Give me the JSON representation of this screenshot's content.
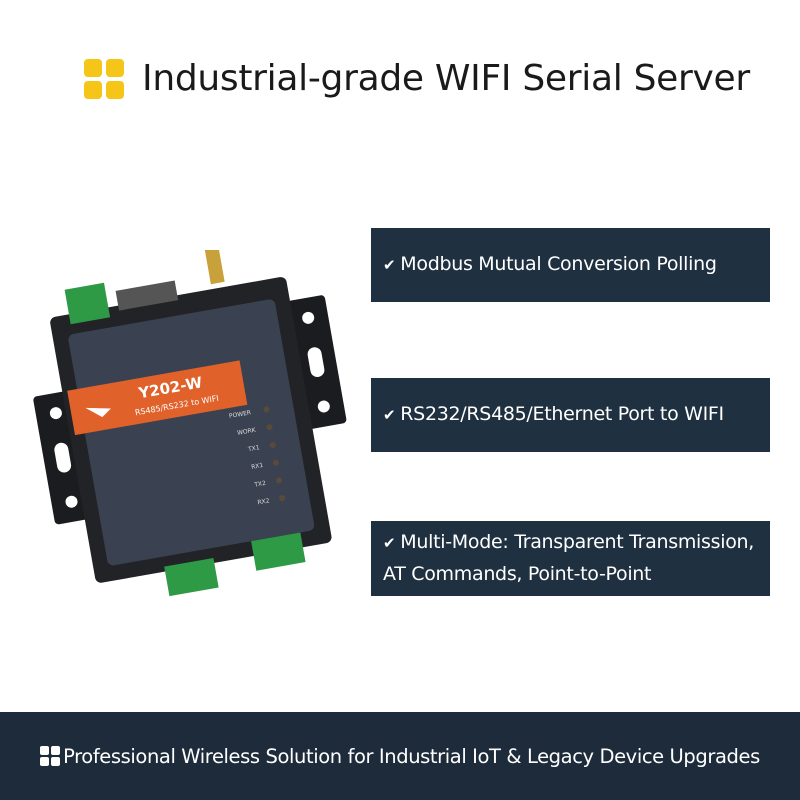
{
  "header": {
    "title": "Industrial-grade WIFI Serial Server",
    "icon": "four-squares-icon",
    "icon_color": "#f5c518"
  },
  "features": [
    {
      "lines": [
        "Modbus Mutual Conversion Polling"
      ],
      "icon": "check-icon"
    },
    {
      "lines": [
        "RS232/RS485/Ethernet Port to WIFI"
      ],
      "icon": "check-icon"
    },
    {
      "lines": [
        "Multi-Mode: Transparent Transmission,",
        "AT Commands, Point-to-Point"
      ],
      "icon": "check-icon"
    }
  ],
  "device": {
    "model": "Y202-W",
    "subtitle": "RS485/RS232 to WIFI",
    "leds": [
      "POWER",
      "WORK",
      "TX1",
      "RX1",
      "TX2",
      "RX2"
    ],
    "label_color": "#e0612a"
  },
  "footer": {
    "text": "Professional Wireless Solution for Industrial IoT & Legacy Device Upgrades",
    "icon": "four-squares-icon"
  },
  "colors": {
    "panel": "#1f3040",
    "footer": "#1e2b3b",
    "accent": "#f5c518"
  }
}
